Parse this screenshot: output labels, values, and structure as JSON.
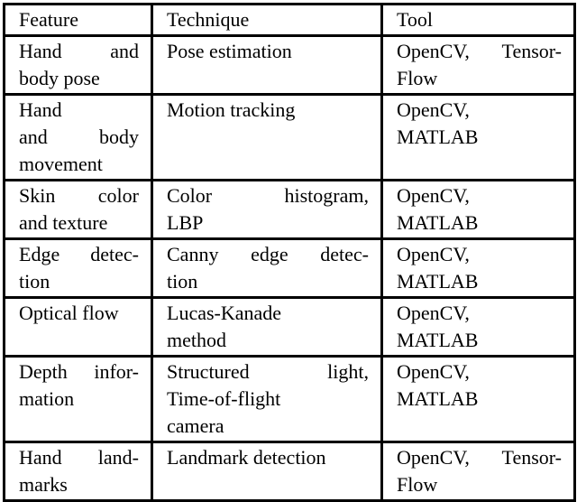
{
  "page": {
    "background_color": "#ffffff",
    "text_color": "#000000",
    "border_color": "#000000"
  },
  "table": {
    "columns": [
      {
        "key": "feature",
        "label": "Feature"
      },
      {
        "key": "technique",
        "label": "Technique"
      },
      {
        "key": "tool",
        "label": "Tool"
      }
    ],
    "rows": [
      {
        "feature": {
          "text": "Hand and body pose",
          "lines": [
            "Hand and",
            "body pose"
          ]
        },
        "technique": {
          "text": "Pose estimation",
          "lines": [
            "Pose estimation"
          ]
        },
        "tool": {
          "text": "OpenCV, TensorFlow",
          "lines": [
            "OpenCV, Tensor-",
            "Flow"
          ]
        }
      },
      {
        "feature": {
          "text": "Hand and body movement",
          "lines": [
            "Hand",
            "and body",
            "movement"
          ]
        },
        "technique": {
          "text": "Motion tracking",
          "lines": [
            "Motion tracking"
          ]
        },
        "tool": {
          "text": "OpenCV, MATLAB",
          "lines": [
            "OpenCV,",
            "MATLAB"
          ]
        }
      },
      {
        "feature": {
          "text": "Skin color and texture",
          "lines": [
            "Skin color",
            "and texture"
          ]
        },
        "technique": {
          "text": "Color histogram, LBP",
          "lines": [
            "Color histogram,",
            "LBP"
          ]
        },
        "tool": {
          "text": "OpenCV, MATLAB",
          "lines": [
            "OpenCV,",
            "MATLAB"
          ]
        }
      },
      {
        "feature": {
          "text": "Edge detection",
          "lines": [
            "Edge detec-",
            "tion"
          ]
        },
        "technique": {
          "text": "Canny edge detection",
          "lines": [
            "Canny edge detec-",
            "tion"
          ]
        },
        "tool": {
          "text": "OpenCV, MATLAB",
          "lines": [
            "OpenCV,",
            "MATLAB"
          ]
        }
      },
      {
        "feature": {
          "text": "Optical flow",
          "lines": [
            "Optical flow"
          ]
        },
        "technique": {
          "text": "Lucas-Kanade method",
          "lines": [
            "Lucas-Kanade",
            "method"
          ]
        },
        "tool": {
          "text": "OpenCV, MATLAB",
          "lines": [
            "OpenCV,",
            "MATLAB"
          ]
        }
      },
      {
        "feature": {
          "text": "Depth information",
          "lines": [
            "Depth infor-",
            "mation"
          ]
        },
        "technique": {
          "text": "Structured light, Time-of-flight camera",
          "lines": [
            "Structured light,",
            "Time-of-flight",
            "camera"
          ]
        },
        "tool": {
          "text": "OpenCV, MATLAB",
          "lines": [
            "OpenCV,",
            "MATLAB"
          ]
        }
      },
      {
        "feature": {
          "text": "Hand landmarks",
          "lines": [
            "Hand land-",
            "marks"
          ]
        },
        "technique": {
          "text": "Landmark detection",
          "lines": [
            "Landmark detection"
          ]
        },
        "tool": {
          "text": "OpenCV, TensorFlow",
          "lines": [
            "OpenCV, Tensor-",
            "Flow"
          ]
        }
      }
    ]
  }
}
